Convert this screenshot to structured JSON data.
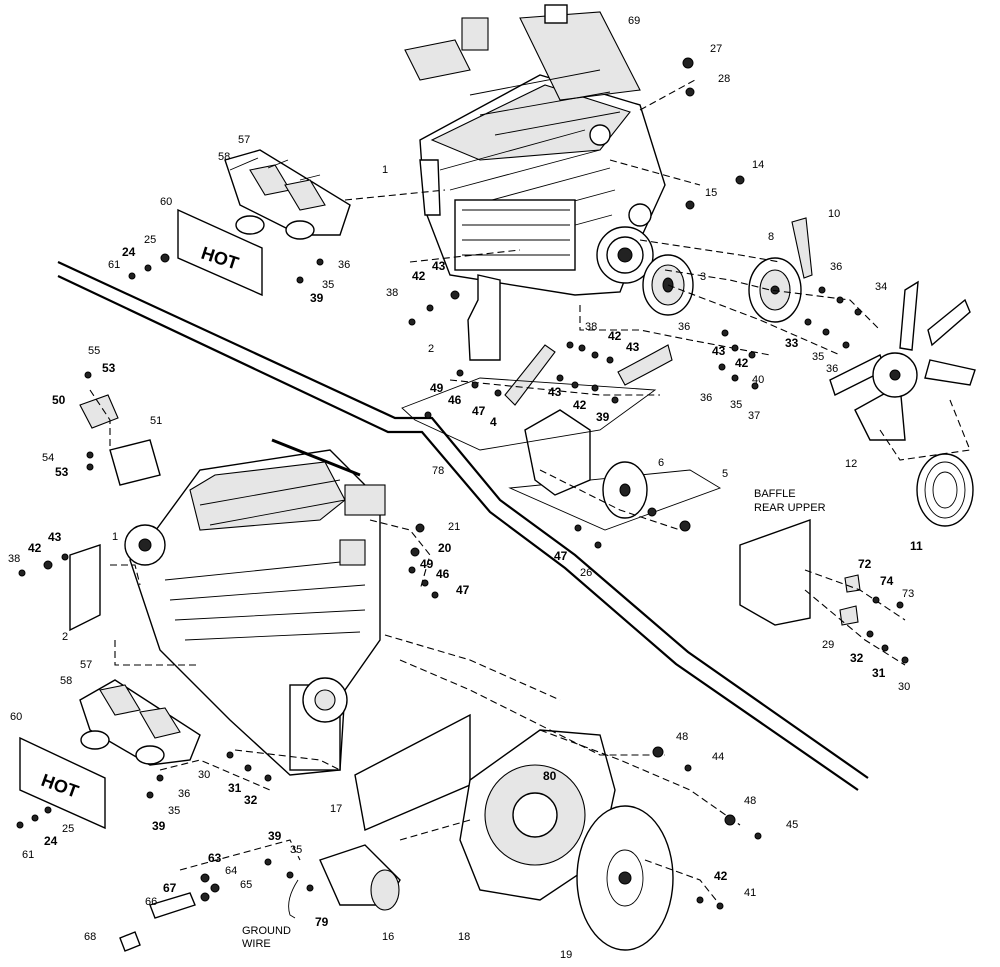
{
  "hot_label": "HOT",
  "notes": {
    "baffle_line1": "BAFFLE",
    "baffle_line2": "REAR UPPER",
    "ground_line1": "GROUND",
    "ground_line2": "WIRE"
  },
  "callouts": [
    {
      "id": "1",
      "bold": false
    },
    {
      "id": "2",
      "bold": false
    },
    {
      "id": "3",
      "bold": false
    },
    {
      "id": "4",
      "bold": true
    },
    {
      "id": "5",
      "bold": false
    },
    {
      "id": "6",
      "bold": false
    },
    {
      "id": "8",
      "bold": false
    },
    {
      "id": "10",
      "bold": false
    },
    {
      "id": "11",
      "bold": true
    },
    {
      "id": "12",
      "bold": false
    },
    {
      "id": "14",
      "bold": false
    },
    {
      "id": "15",
      "bold": false
    },
    {
      "id": "16",
      "bold": false
    },
    {
      "id": "17",
      "bold": false
    },
    {
      "id": "18",
      "bold": false
    },
    {
      "id": "19",
      "bold": false
    },
    {
      "id": "20",
      "bold": true
    },
    {
      "id": "21",
      "bold": false
    },
    {
      "id": "24",
      "bold": true
    },
    {
      "id": "25",
      "bold": false
    },
    {
      "id": "26",
      "bold": false
    },
    {
      "id": "27",
      "bold": false
    },
    {
      "id": "28",
      "bold": false
    },
    {
      "id": "29",
      "bold": false
    },
    {
      "id": "30",
      "bold": false
    },
    {
      "id": "31",
      "bold": true
    },
    {
      "id": "32",
      "bold": true
    },
    {
      "id": "33",
      "bold": true
    },
    {
      "id": "34",
      "bold": false
    },
    {
      "id": "35",
      "bold": false
    },
    {
      "id": "36",
      "bold": false
    },
    {
      "id": "37",
      "bold": false
    },
    {
      "id": "38",
      "bold": false
    },
    {
      "id": "39",
      "bold": true
    },
    {
      "id": "40",
      "bold": false
    },
    {
      "id": "41",
      "bold": false
    },
    {
      "id": "42",
      "bold": true
    },
    {
      "id": "43",
      "bold": true
    },
    {
      "id": "44",
      "bold": false
    },
    {
      "id": "45",
      "bold": false
    },
    {
      "id": "46",
      "bold": true
    },
    {
      "id": "47",
      "bold": true
    },
    {
      "id": "48",
      "bold": false
    },
    {
      "id": "49",
      "bold": true
    },
    {
      "id": "50",
      "bold": true
    },
    {
      "id": "51",
      "bold": false
    },
    {
      "id": "53",
      "bold": true
    },
    {
      "id": "54",
      "bold": false
    },
    {
      "id": "55",
      "bold": false
    },
    {
      "id": "57",
      "bold": false
    },
    {
      "id": "58",
      "bold": false
    },
    {
      "id": "60",
      "bold": false
    },
    {
      "id": "61",
      "bold": false
    },
    {
      "id": "63",
      "bold": true
    },
    {
      "id": "64",
      "bold": false
    },
    {
      "id": "65",
      "bold": false
    },
    {
      "id": "66",
      "bold": false
    },
    {
      "id": "67",
      "bold": true
    },
    {
      "id": "68",
      "bold": false
    },
    {
      "id": "69",
      "bold": false
    },
    {
      "id": "72",
      "bold": true
    },
    {
      "id": "73",
      "bold": false
    },
    {
      "id": "74",
      "bold": true
    },
    {
      "id": "78",
      "bold": false
    },
    {
      "id": "79",
      "bold": true
    },
    {
      "id": "80",
      "bold": true
    }
  ]
}
